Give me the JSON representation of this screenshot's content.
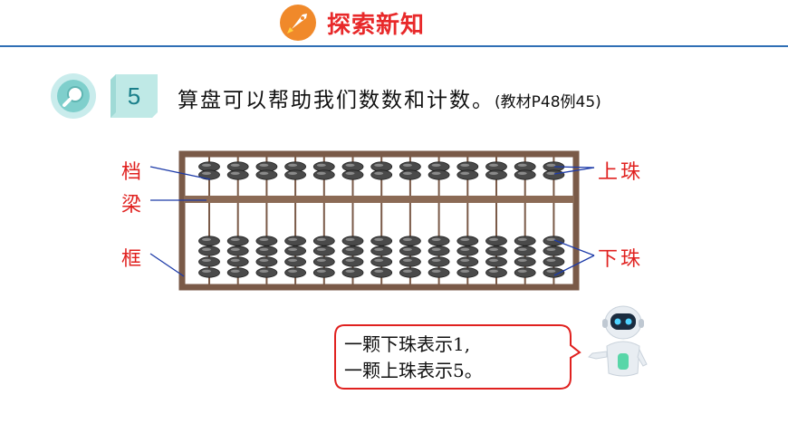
{
  "header": {
    "title": "探索新知",
    "icon": "rocket-icon",
    "accent_color": "#e8292a"
  },
  "problem": {
    "number": "5",
    "text": "算盘可以帮助我们数数和计数。",
    "source": "(教材P48例45)"
  },
  "abacus": {
    "rods": 13,
    "labels": {
      "rod": "档",
      "beam": "梁",
      "frame": "框",
      "upper_bead": "上珠",
      "lower_bead": "下珠"
    }
  },
  "speech": {
    "line1": "一颗下珠表示1,",
    "line2": "一颗上珠表示5。"
  }
}
